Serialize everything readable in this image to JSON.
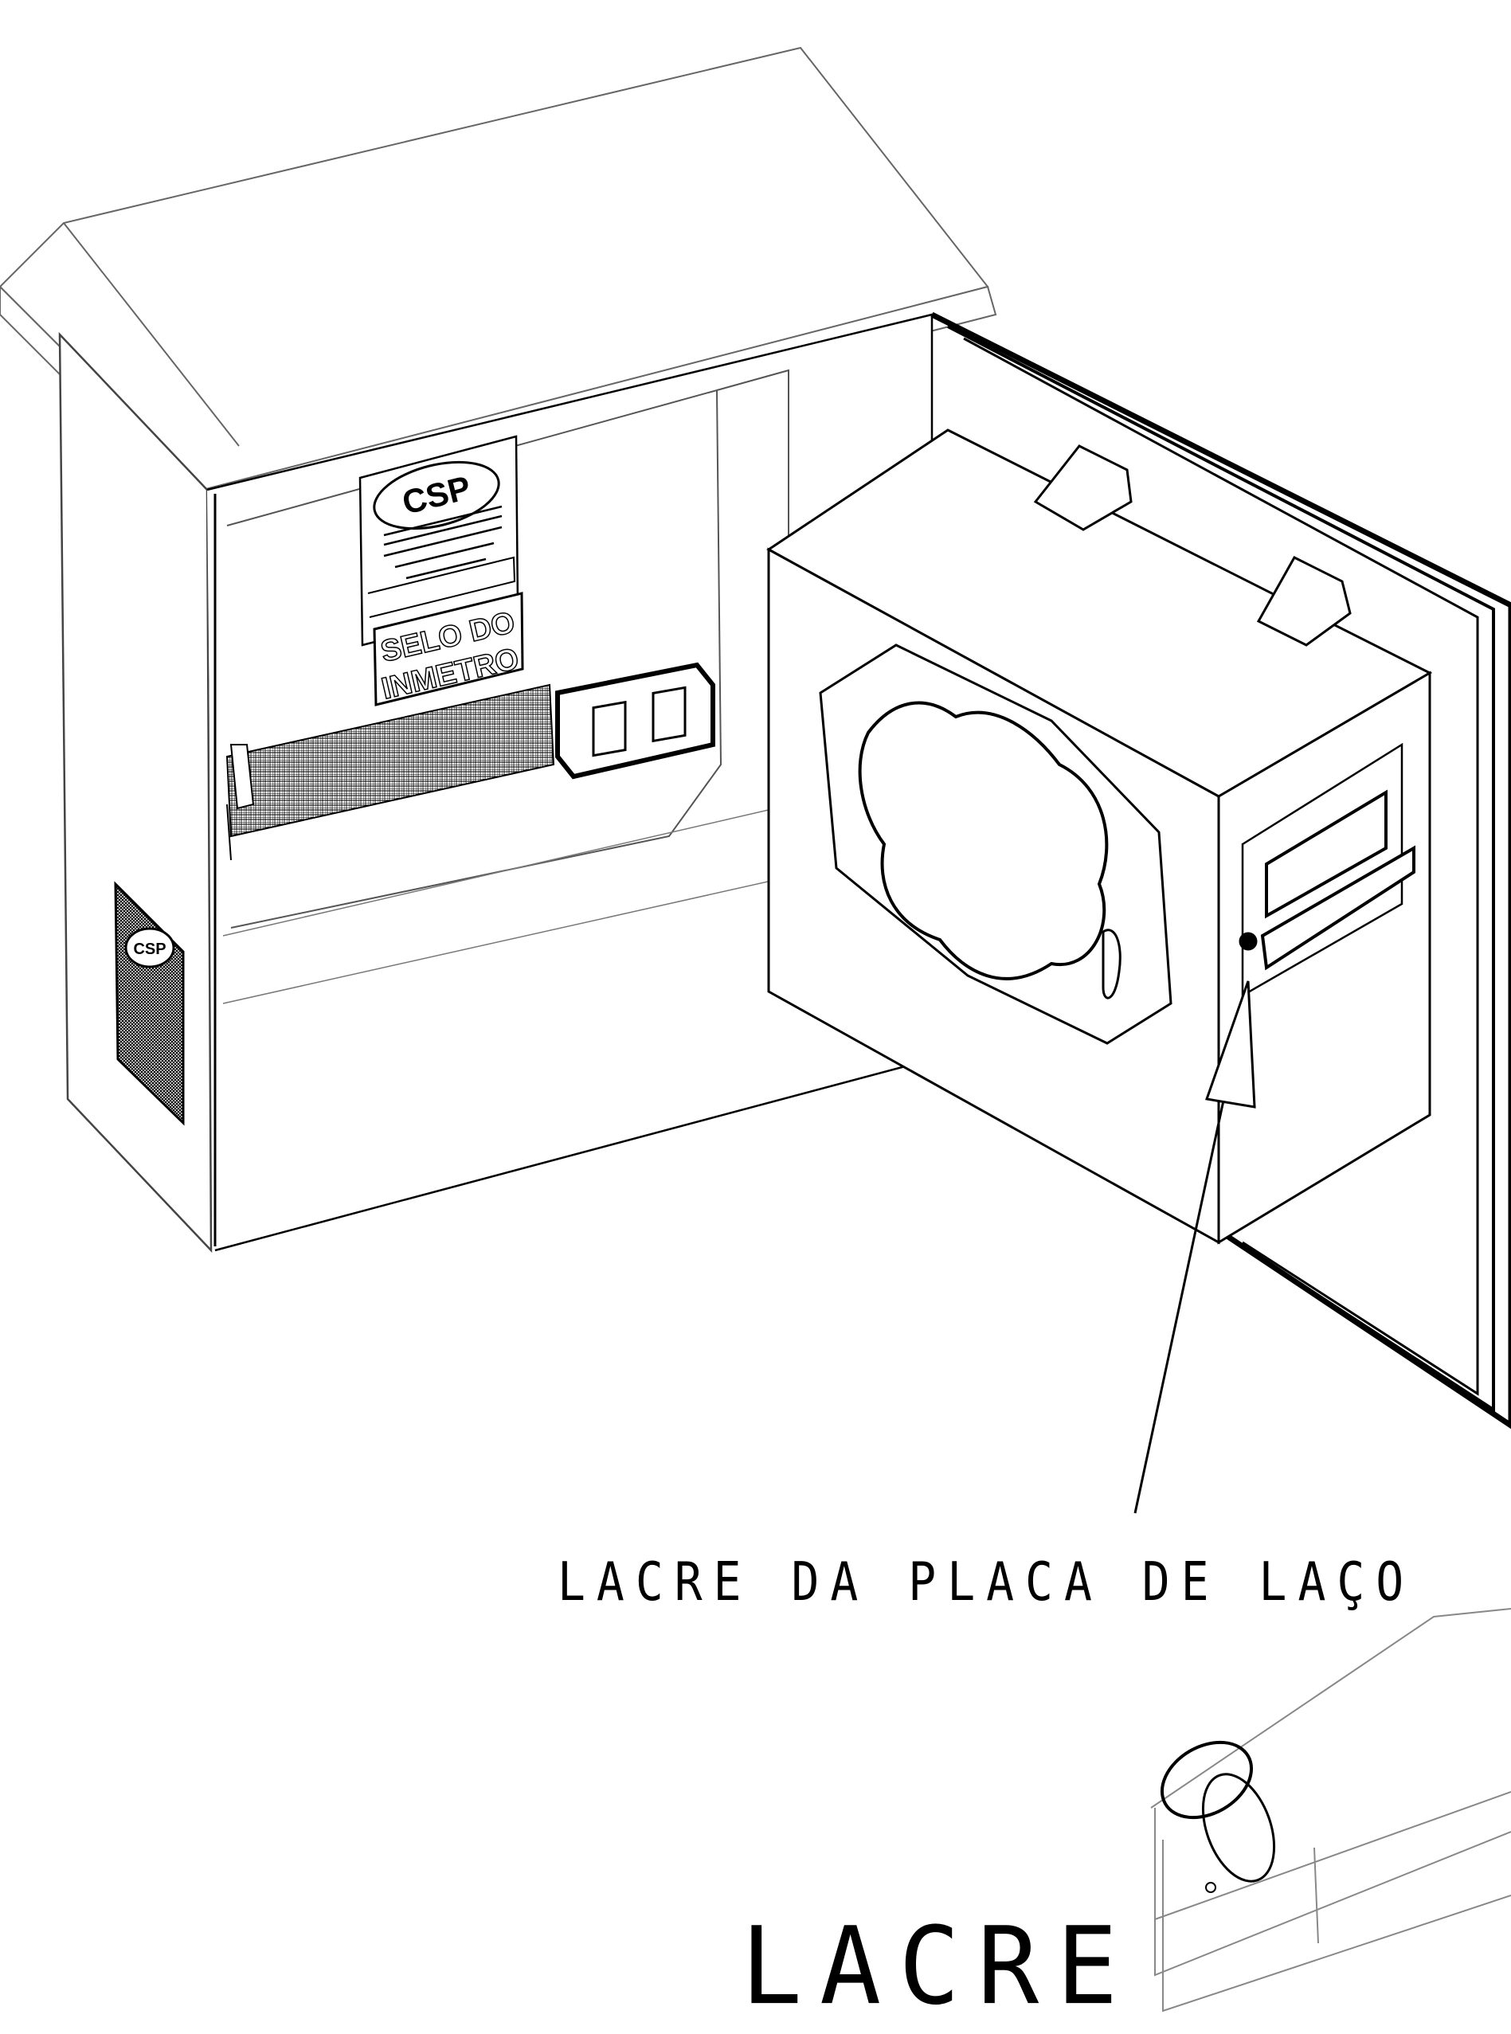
{
  "callouts": {
    "main": "LACRE DA PLACA DE LAÇO",
    "seal": "LACRE"
  },
  "panel": {
    "logo": "CSP",
    "seal_line1": "SELO DO",
    "seal_line2": "INMETRO"
  },
  "side_plate": {
    "logo": "CSP"
  },
  "colors": {
    "ink": "#000000",
    "faint": "#7a7a7a",
    "paper": "#ffffff"
  }
}
